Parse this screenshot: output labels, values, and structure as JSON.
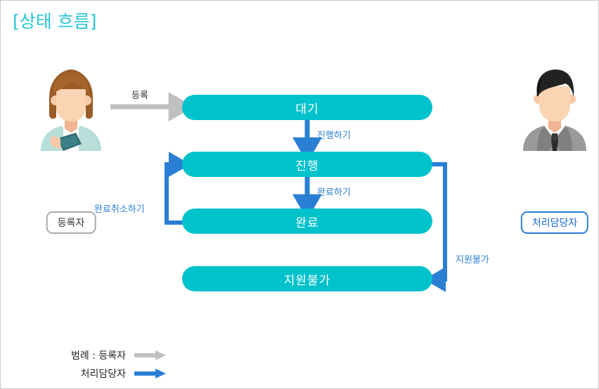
{
  "diagram": {
    "title": "[상태 흐름]",
    "title_color": "#25c6d6"
  },
  "actors": [
    {
      "id": "registrant",
      "label": "등록자",
      "role": "requester",
      "tag_border_color": "#a9a9a9",
      "tag_text_color": "#333333",
      "avatar": "woman-avatar-icon"
    },
    {
      "id": "handler",
      "label": "처리담당자",
      "role": "assignee",
      "tag_border_color": "#2a7fd4",
      "tag_text_color": "#1668c9",
      "avatar": "man-avatar-icon"
    }
  ],
  "states": [
    {
      "id": "daegi",
      "label": "대기",
      "color": "#00c2cb"
    },
    {
      "id": "jinhaeng",
      "label": "진행",
      "color": "#00c2cb"
    },
    {
      "id": "wanryo",
      "label": "완료",
      "color": "#00c2cb"
    },
    {
      "id": "jiwon",
      "label": "지원불가",
      "color": "#00c2cb"
    }
  ],
  "transitions": [
    {
      "id": "register",
      "label": "등록",
      "from": "registrant",
      "to": "daegi",
      "actor": "registrant",
      "color": "#c0c0c0"
    },
    {
      "id": "proceed",
      "label": "진행하기",
      "from": "daegi",
      "to": "jinhaeng",
      "actor": "handler",
      "color": "#2a7fd4"
    },
    {
      "id": "complete",
      "label": "완료하기",
      "from": "jinhaeng",
      "to": "wanryo",
      "actor": "handler",
      "color": "#2a7fd4"
    },
    {
      "id": "cancel",
      "label": "완료취소하기",
      "from": "wanryo",
      "to": "jinhaeng",
      "actor": "handler",
      "color": "#2a7fd4"
    },
    {
      "id": "unsupported",
      "label": "지원불가",
      "from": "jinhaeng",
      "to": "jiwon",
      "actor": "handler",
      "color": "#2a7fd4"
    }
  ],
  "legend": {
    "prefix": "범례 : ",
    "rows": [
      {
        "label": "등록자",
        "arrow_color": "#c0c0c0"
      },
      {
        "label": "처리담당자",
        "arrow_color": "#2a7fd4"
      }
    ],
    "row0_label": "범례 : 등록자",
    "row1_label": "처리담당자"
  }
}
